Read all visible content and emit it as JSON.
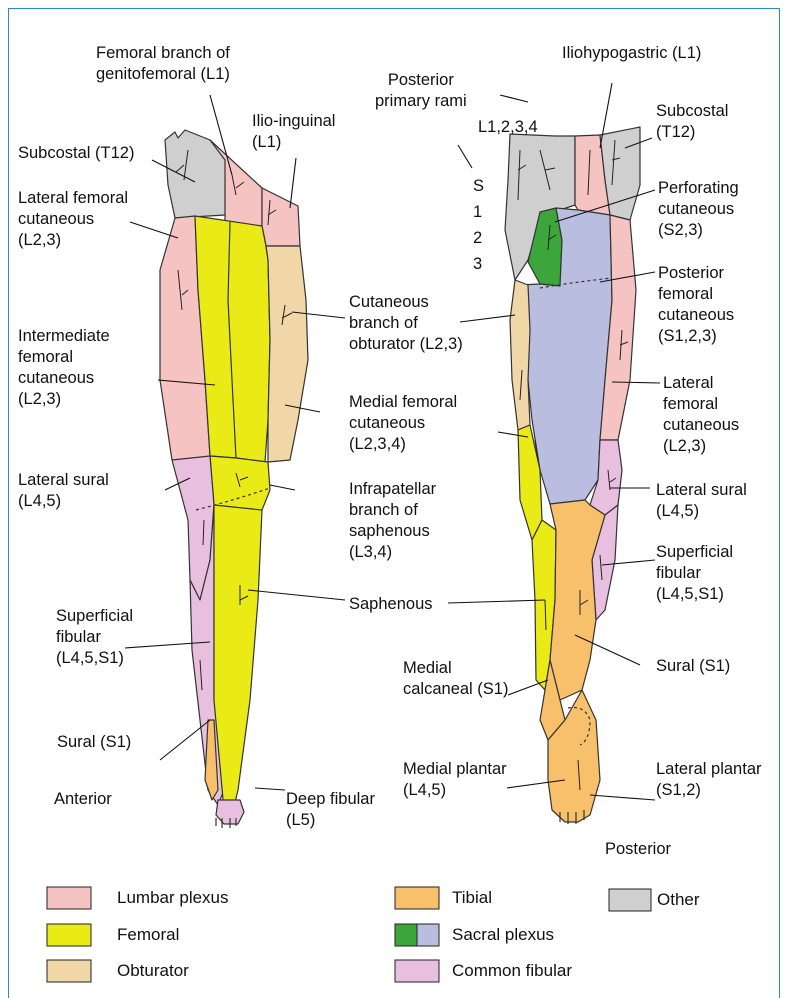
{
  "colors": {
    "lumbar": "#f6c3c3",
    "femoral": "#eaea16",
    "obturator": "#f1d6a7",
    "tibial": "#f8c06a",
    "sacral_green": "#3da63a",
    "sacral_blue": "#b9bde0",
    "common_fibular": "#e9bfe0",
    "other": "#cfcfcf",
    "frame": "#2a8ad0"
  },
  "anterior": {
    "view_label": "Anterior",
    "labels": [
      {
        "id": "femoral-branch-genitofemoral",
        "text": "Femoral branch of\ngenitofemoral (L1)"
      },
      {
        "id": "ilio-inguinal",
        "text": "Ilio-inguinal\n(L1)"
      },
      {
        "id": "subcostal-ant",
        "text": "Subcostal (T12)"
      },
      {
        "id": "lateral-femoral-cutaneous-ant",
        "text": "Lateral femoral\ncutaneous\n(L2,3)"
      },
      {
        "id": "intermediate-femoral-cutaneous",
        "text": "Intermediate\nfemoral\ncutaneous\n(L2,3)"
      },
      {
        "id": "lateral-sural-ant",
        "text": "Lateral sural\n(L4,5)"
      },
      {
        "id": "superficial-fibular-ant",
        "text": "Superficial\nfibular\n(L4,5,S1)"
      },
      {
        "id": "sural-ant",
        "text": "Sural (S1)"
      },
      {
        "id": "deep-fibular",
        "text": "Deep fibular\n(L5)"
      }
    ]
  },
  "middle": {
    "labels": [
      {
        "id": "cutaneous-obturator",
        "text": "Cutaneous\nbranch of\nobturator (L2,3)"
      },
      {
        "id": "medial-femoral-cutaneous",
        "text": "Medial femoral\ncutaneous\n(L2,3,4)"
      },
      {
        "id": "infrapatellar-saphenous",
        "text": "Infrapatellar\nbranch of\nsaphenous\n(L3,4)"
      },
      {
        "id": "saphenous",
        "text": "Saphenous"
      },
      {
        "id": "medial-calcaneal",
        "text": "Medial\ncalcaneal (S1)"
      },
      {
        "id": "medial-plantar",
        "text": "Medial plantar\n(L4,5)"
      }
    ]
  },
  "posterior": {
    "view_label": "Posterior",
    "labels": [
      {
        "id": "iliohypogastric",
        "text": "Iliohypogastric (L1)"
      },
      {
        "id": "posterior-primary-rami",
        "text": "Posterior\nprimary rami"
      },
      {
        "id": "l1234",
        "text": "L1,2,3,4"
      },
      {
        "id": "sacral-segments",
        "text": "S\n1\n2\n3"
      },
      {
        "id": "subcostal-post",
        "text": "Subcostal\n(T12)"
      },
      {
        "id": "perforating-cutaneous",
        "text": "Perforating\ncutaneous\n(S2,3)"
      },
      {
        "id": "posterior-femoral-cutaneous",
        "text": "Posterior\nfemoral\ncutaneous\n(S1,2,3)"
      },
      {
        "id": "lateral-femoral-cutaneous-post",
        "text": "Lateral\nfemoral\ncutaneous\n(L2,3)"
      },
      {
        "id": "lateral-sural-post",
        "text": "Lateral sural\n(L4,5)"
      },
      {
        "id": "superficial-fibular-post",
        "text": "Superficial\nfibular\n(L4,5,S1)"
      },
      {
        "id": "sural-post",
        "text": "Sural (S1)"
      },
      {
        "id": "lateral-plantar",
        "text": "Lateral plantar\n(S1,2)"
      }
    ]
  },
  "legend": [
    {
      "id": "lumbar",
      "text": "Lumbar plexus"
    },
    {
      "id": "femoral",
      "text": "Femoral"
    },
    {
      "id": "obturator",
      "text": "Obturator"
    },
    {
      "id": "tibial",
      "text": "Tibial"
    },
    {
      "id": "sacral",
      "text": "Sacral plexus"
    },
    {
      "id": "common-fibular",
      "text": "Common fibular"
    },
    {
      "id": "other",
      "text": "Other"
    }
  ]
}
